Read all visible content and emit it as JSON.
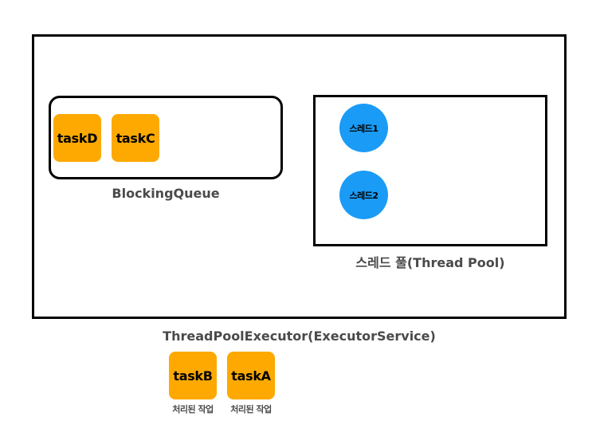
{
  "colors": {
    "task_fill": "#FDA902",
    "thread_fill": "#1A9BF6",
    "border": "#000000",
    "label_text": "#4A4A4A"
  },
  "executor": {
    "label": "ThreadPoolExecutor(ExecutorService)"
  },
  "blocking_queue": {
    "label": "BlockingQueue",
    "tasks": [
      "taskD",
      "taskC"
    ]
  },
  "thread_pool": {
    "label": "스레드 풀(Thread Pool)",
    "threads": [
      "스레드1",
      "스레드2"
    ]
  },
  "completed": {
    "tasks": [
      {
        "name": "taskB",
        "status": "처리된 작업"
      },
      {
        "name": "taskA",
        "status": "처리된 작업"
      }
    ]
  }
}
